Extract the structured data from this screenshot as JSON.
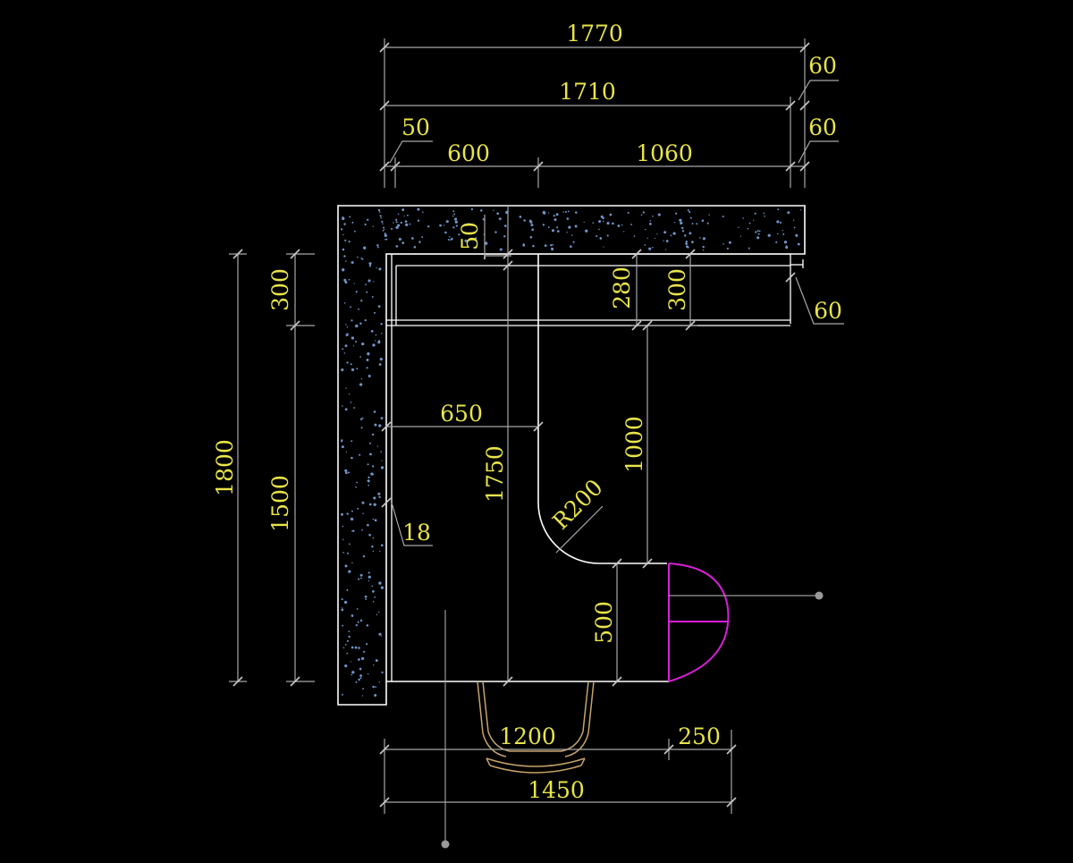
{
  "drawing": {
    "background": "#000000",
    "dimension_color": "#e8e44a",
    "outline_color": "#ffffff",
    "door_color": "#d81fd8",
    "chair_color": "#c6a46a",
    "speckle_color": "#6f95c8"
  },
  "dims": {
    "d1770": "1770",
    "d1710": "1710",
    "d60_a": "60",
    "d60_b": "60",
    "d60_c": "60",
    "d50_a": "50",
    "d50_b": "50",
    "d600": "600",
    "d1060": "1060",
    "d1800": "1800",
    "d1500": "1500",
    "d300_a": "300",
    "d300_b": "300",
    "d280": "280",
    "d650": "650",
    "d1750": "1750",
    "d1000": "1000",
    "r200": "R200",
    "d18": "18",
    "d500": "500",
    "d1200": "1200",
    "d250": "250",
    "d1450": "1450"
  }
}
